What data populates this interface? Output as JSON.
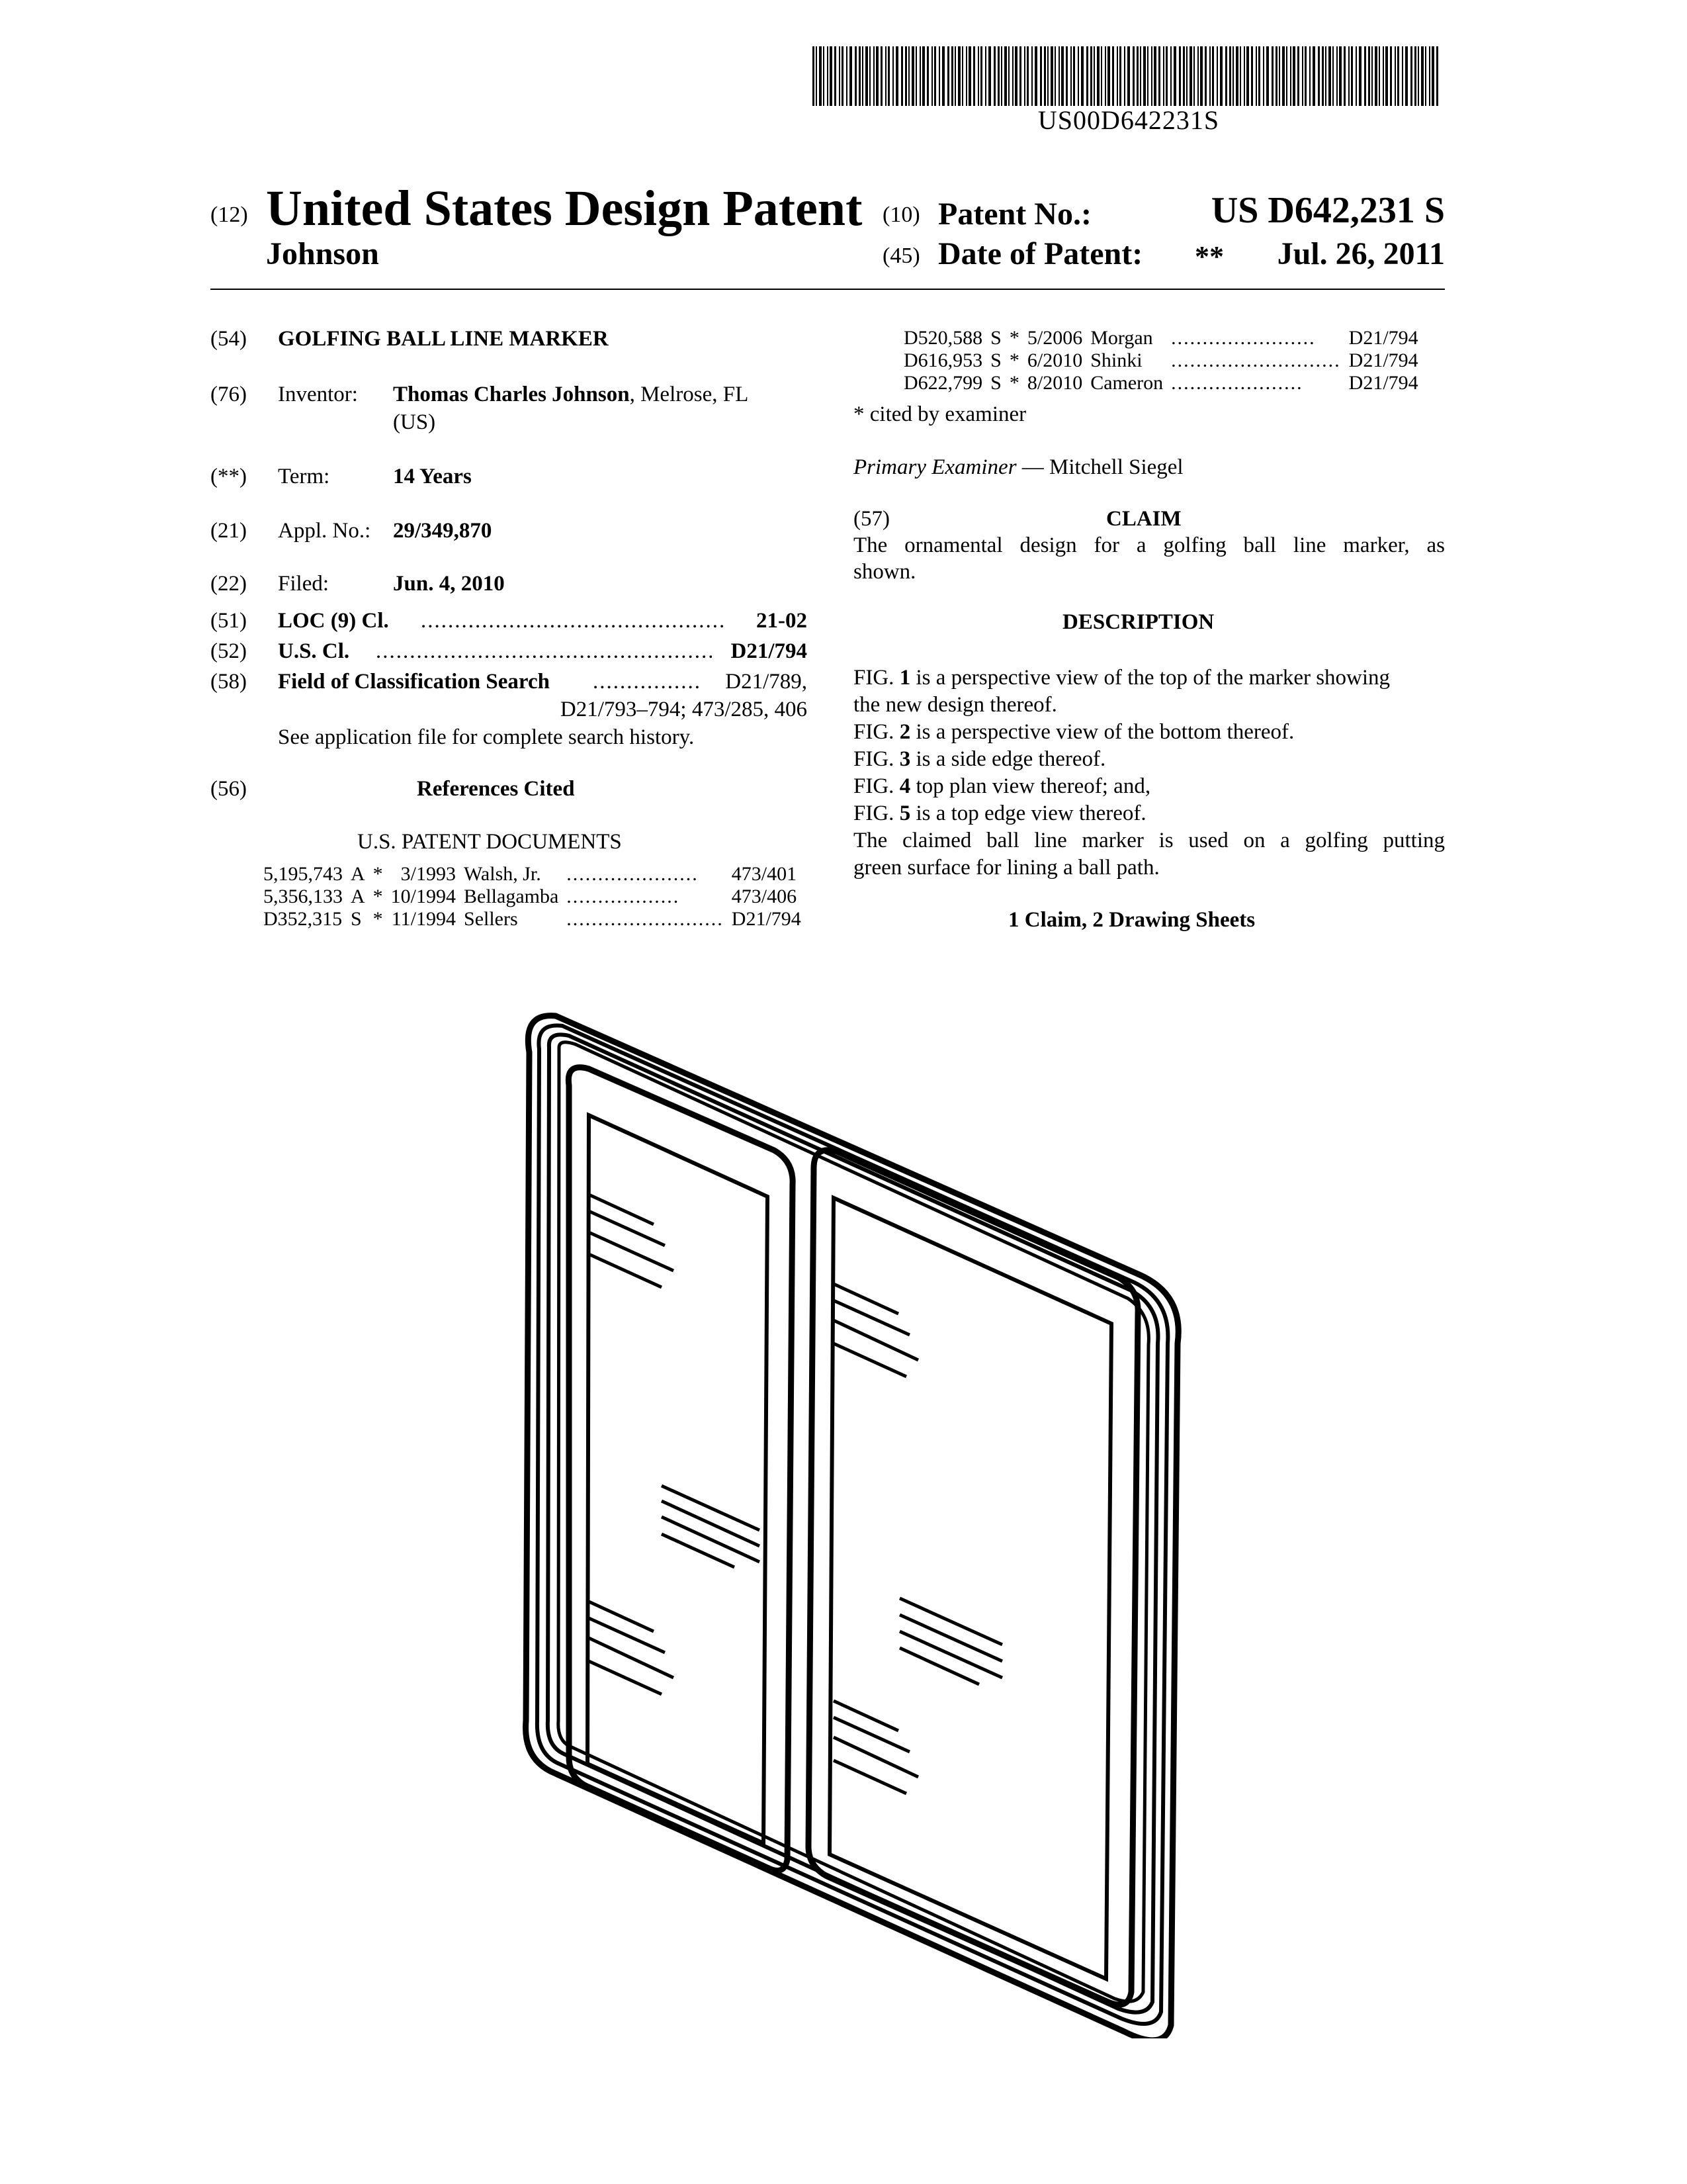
{
  "barcode": {
    "number": "US00D642231S"
  },
  "header": {
    "kind_code": "(12)",
    "title": "United States Design Patent",
    "inventor_surname": "Johnson",
    "patent_no_code": "(10)",
    "patent_no_label": "Patent No.:",
    "patent_no": "US D642,231 S",
    "date_code": "(45)",
    "date_label": "Date of Patent:",
    "date_mark": "**",
    "date": "Jul. 26, 2011"
  },
  "left": {
    "title_code": "(54)",
    "title": "GOLFING BALL LINE MARKER",
    "inventor_code": "(76)",
    "inventor_label": "Inventor:",
    "inventor_name": "Thomas Charles Johnson",
    "inventor_place": ", Melrose, FL",
    "inventor_country": "(US)",
    "term_code": "(**)",
    "term_label": "Term:",
    "term": "14 Years",
    "appl_code": "(21)",
    "appl_label": "Appl. No.:",
    "appl_no": "29/349,870",
    "filed_code": "(22)",
    "filed_label": "Filed:",
    "filed": "Jun. 4, 2010",
    "loc_code": "(51)",
    "loc_label": "LOC (9) Cl.",
    "loc_value": "21-02",
    "uscl_code": "(52)",
    "uscl_label": "U.S. Cl.",
    "uscl_value": "D21/794",
    "field_code": "(58)",
    "field_label": "Field of Classification Search",
    "field_value_1": "D21/789,",
    "field_value_2": "D21/793–794;  473/285, 406",
    "field_note": "See application file for complete search history.",
    "refs_code": "(56)",
    "refs_title": "References Cited",
    "us_docs_title": "U.S. PATENT DOCUMENTS",
    "references": [
      {
        "number": "5,195,743",
        "kind": "A",
        "star": "*",
        "date": "3/1993",
        "name": "Walsh, Jr.",
        "cls": "473/401"
      },
      {
        "number": "5,356,133",
        "kind": "A",
        "star": "*",
        "date": "10/1994",
        "name": "Bellagamba",
        "cls": "473/406"
      },
      {
        "number": "D352,315",
        "kind": "S",
        "star": "*",
        "date": "11/1994",
        "name": "Sellers",
        "cls": "D21/794"
      }
    ]
  },
  "right": {
    "references": [
      {
        "number": "D520,588",
        "kind": "S",
        "star": "*",
        "date": "5/2006",
        "name": "Morgan",
        "cls": "D21/794"
      },
      {
        "number": "D616,953",
        "kind": "S",
        "star": "*",
        "date": "6/2010",
        "name": "Shinki",
        "cls": "D21/794"
      },
      {
        "number": "D622,799",
        "kind": "S",
        "star": "*",
        "date": "8/2010",
        "name": "Cameron",
        "cls": "D21/794"
      }
    ],
    "cited_note": "* cited by examiner",
    "examiner_label": "Primary Examiner",
    "examiner_dash": " — ",
    "examiner_name": "Mitchell Siegel",
    "claim_code": "(57)",
    "claim_title": "CLAIM",
    "claim_line_1": "The ornamental design for a golfing ball line marker, as",
    "claim_line_2": "shown.",
    "description_title": "DESCRIPTION",
    "desc_lines": [
      {
        "pre": "FIG. ",
        "num": "1",
        "post": " is a perspective view of the top of the marker showing"
      },
      {
        "pre": "",
        "num": "",
        "post": "the new design thereof."
      },
      {
        "pre": "FIG. ",
        "num": "2",
        "post": " is a perspective view of the bottom thereof."
      },
      {
        "pre": "FIG. ",
        "num": "3",
        "post": " is a side edge thereof."
      },
      {
        "pre": "FIG. ",
        "num": "4",
        "post": " top plan view thereof; and,"
      },
      {
        "pre": "FIG. ",
        "num": "5",
        "post": " is a top edge view thereof."
      },
      {
        "pre": "",
        "num": "",
        "post": "The claimed ball line marker is used on a golfing putting"
      },
      {
        "pre": "",
        "num": "",
        "post": "green surface for lining a ball path."
      }
    ],
    "claims_sheets": "1 Claim, 2 Drawing Sheets"
  }
}
